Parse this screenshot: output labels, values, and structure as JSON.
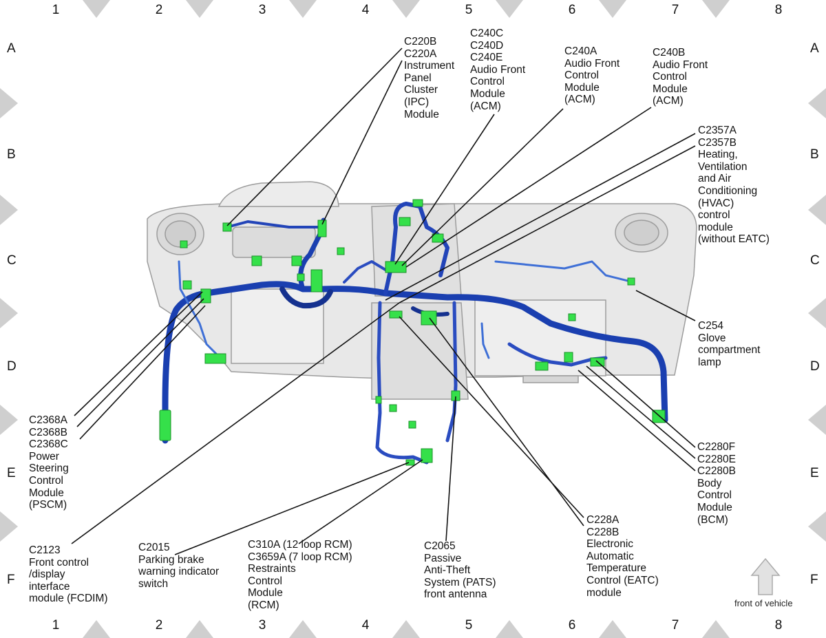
{
  "grid": {
    "columns": [
      "1",
      "2",
      "3",
      "4",
      "5",
      "6",
      "7",
      "8"
    ],
    "rows": [
      "A",
      "B",
      "C",
      "D",
      "E",
      "F"
    ]
  },
  "callouts": [
    {
      "id": "c220",
      "lines": [
        "C220B",
        "C220A",
        "Instrument",
        "Panel",
        "Cluster",
        "(IPC)",
        "Module"
      ]
    },
    {
      "id": "c240cde",
      "lines": [
        "C240C",
        "C240D",
        "C240E",
        "Audio Front",
        "Control",
        "Module",
        "(ACM)"
      ]
    },
    {
      "id": "c240a",
      "lines": [
        "C240A",
        "Audio Front",
        "Control",
        "Module",
        "(ACM)"
      ]
    },
    {
      "id": "c240b",
      "lines": [
        "C240B",
        "Audio Front",
        "Control",
        "Module",
        "(ACM)"
      ]
    },
    {
      "id": "c2357",
      "lines": [
        "C2357A",
        "C2357B",
        "Heating,",
        "Ventilation",
        "and Air",
        "Conditioning",
        "(HVAC)",
        "control",
        "module",
        "(without EATC)"
      ]
    },
    {
      "id": "c254",
      "lines": [
        "C254",
        "Glove",
        "compartment",
        "lamp"
      ]
    },
    {
      "id": "c2368",
      "lines": [
        "C2368A",
        "C2368B",
        "C2368C",
        "Power",
        "Steering",
        "Control",
        "Module",
        "(PSCM)"
      ]
    },
    {
      "id": "c2280",
      "lines": [
        "C2280F",
        "C2280E",
        "C2280B",
        "Body",
        "Control",
        "Module",
        "(BCM)"
      ]
    },
    {
      "id": "c228",
      "lines": [
        "C228A",
        "C228B",
        "Electronic",
        "Automatic",
        "Temperature",
        "Control (EATC)",
        "module"
      ]
    },
    {
      "id": "c2123",
      "lines": [
        "C2123",
        "Front control",
        "/display",
        "interface",
        "module (FCDIM)"
      ]
    },
    {
      "id": "c2015",
      "lines": [
        "C2015",
        "Parking brake",
        "warning indicator",
        "switch"
      ]
    },
    {
      "id": "c310",
      "lines": [
        "C310A (12 loop RCM)",
        "C3659A (7 loop RCM)",
        "Restraints",
        "Control",
        "Module",
        "(RCM)"
      ]
    },
    {
      "id": "c2065",
      "lines": [
        "C2065",
        "Passive",
        "Anti-Theft",
        "System (PATS)",
        "front antenna"
      ]
    }
  ],
  "front_of_vehicle": "front of vehicle",
  "colors": {
    "harness": "#1a3fb0",
    "harness_light": "#3e6fd6",
    "connector": "#35e04a",
    "border": "#cfcfcf",
    "dash": "#e6e6e6"
  }
}
